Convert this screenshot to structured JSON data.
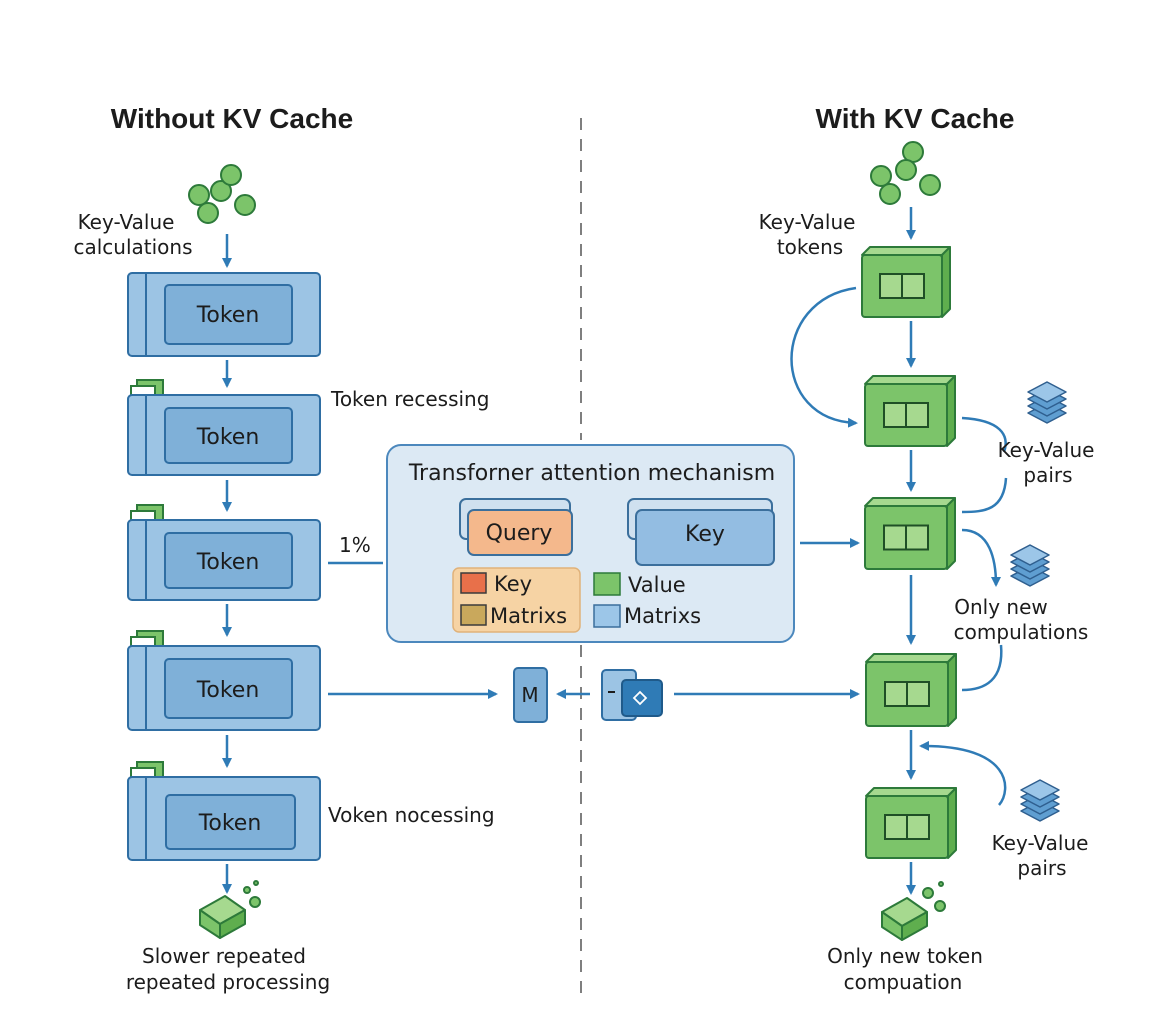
{
  "left": {
    "title": "Without KV Cache",
    "input_label": [
      "Key-Value",
      "calculations"
    ],
    "tokens": [
      "Token",
      "Token",
      "Token",
      "Token",
      "Token"
    ],
    "label_recessing": "Token recessing",
    "label_percent": "1%",
    "label_nocessing": "Voken nocessing",
    "output_label": [
      "Slower repeated",
      "repeated processing"
    ]
  },
  "right": {
    "title": "With KV Cache",
    "input_label": [
      "Key-Value",
      "tokens"
    ],
    "pairs_label_1": [
      "Key-Value",
      "pairs"
    ],
    "new_comp_label": [
      "Only new",
      "compulations"
    ],
    "pairs_label_2": [
      "Key-Value",
      "pairs"
    ],
    "output_label": [
      "Only new token",
      "compuation"
    ]
  },
  "mechanism": {
    "title": "Transforner attention mechanism",
    "query": "Query",
    "key": "Key",
    "legend": [
      {
        "label": "Key",
        "color": "#e8704a"
      },
      {
        "label": "Matrixs",
        "color": "#c9a85c"
      },
      {
        "label": "Value",
        "color": "#7cc46a"
      },
      {
        "label": "Matrixs",
        "color": "#9cc6e8"
      }
    ]
  },
  "middle": {
    "m_label": "M"
  },
  "colors": {
    "token_blue": "#9cc4e4",
    "token_inner": "#7fb0d8",
    "cache_green": "#7cc46a",
    "arrow": "#2f7bb6",
    "panel": "#dce9f4"
  }
}
